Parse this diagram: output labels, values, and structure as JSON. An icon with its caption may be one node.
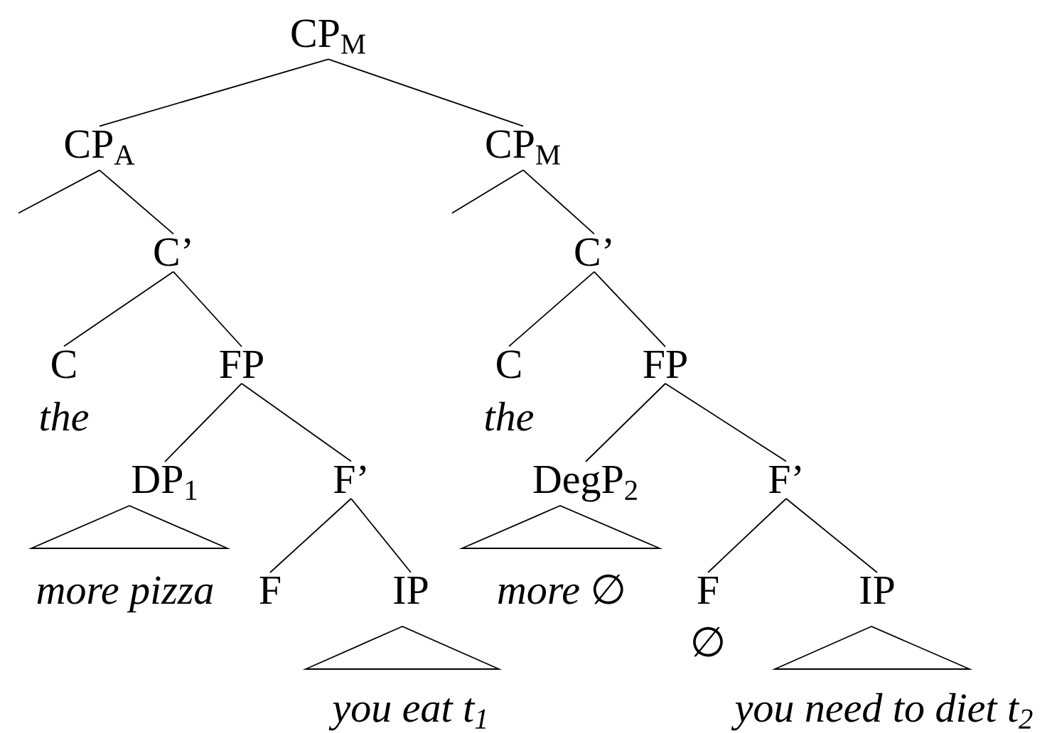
{
  "diagram": {
    "nodes": [
      {
        "text": [
          "CP$_{M}$"
        ]
      },
      {
        "text": [
          "CP$_{A}$"
        ]
      },
      {
        "text": [
          "C’"
        ]
      },
      {
        "text": [
          "C"
        ],
        "beside": [
          "the"
        ]
      },
      {
        "text": [
          "FP"
        ]
      },
      {
        "text": [
          "DP$_{1}$"
        ]
      },
      {
        "text": [
          "more pizza"
        ]
      },
      {
        "text": [
          "F’"
        ]
      },
      {
        "text": [
          "F"
        ]
      },
      {
        "text": [
          "IP"
        ]
      },
      {
        "text": [
          "you eat t$_{1}$"
        ]
      },
      {
        "text": [
          "CP$_{M}$"
        ]
      },
      {
        "text": [
          "C’"
        ]
      },
      {
        "text": [
          "C"
        ],
        "beside": [
          "the"
        ]
      },
      {
        "text": [
          "FP"
        ]
      },
      {
        "text": [
          "DegP$_{2}$"
        ]
      },
      {
        "text": [
          "more ∅"
        ]
      },
      {
        "text": [
          "F’"
        ]
      },
      {
        "text": [
          "F"
        ],
        "beside": [
          "∅"
        ]
      },
      {
        "text": [
          "IP"
        ]
      },
      {
        "text": [
          "you need to diet t$_{2}$"
        ]
      }
    ],
    "edges": [
      {
        "from": 0,
        "to": 1,
        "arrow": "none"
      },
      {
        "from": 0,
        "to": 11,
        "arrow": "none"
      },
      {
        "from": 1,
        "to": null,
        "arrow": "none"
      },
      {
        "from": 1,
        "to": 2,
        "arrow": "none"
      },
      {
        "from": 2,
        "to": 3,
        "arrow": "none"
      },
      {
        "from": 2,
        "to": 4,
        "arrow": "none"
      },
      {
        "from": 4,
        "to": 5,
        "arrow": "none"
      },
      {
        "from": 4,
        "to": 7,
        "arrow": "none"
      },
      {
        "from": 7,
        "to": 8,
        "arrow": "none"
      },
      {
        "from": 7,
        "to": 9,
        "arrow": "none"
      },
      {
        "from": 11,
        "to": null,
        "arrow": "none"
      },
      {
        "from": 11,
        "to": 12,
        "arrow": "none"
      },
      {
        "from": 12,
        "to": 13,
        "arrow": "none"
      },
      {
        "from": 12,
        "to": 14,
        "arrow": "none"
      },
      {
        "from": 14,
        "to": 15,
        "arrow": "none"
      },
      {
        "from": 14,
        "to": 17,
        "arrow": "none"
      },
      {
        "from": 17,
        "to": 18,
        "arrow": "none"
      },
      {
        "from": 17,
        "to": 19,
        "arrow": "none"
      }
    ]
  }
}
